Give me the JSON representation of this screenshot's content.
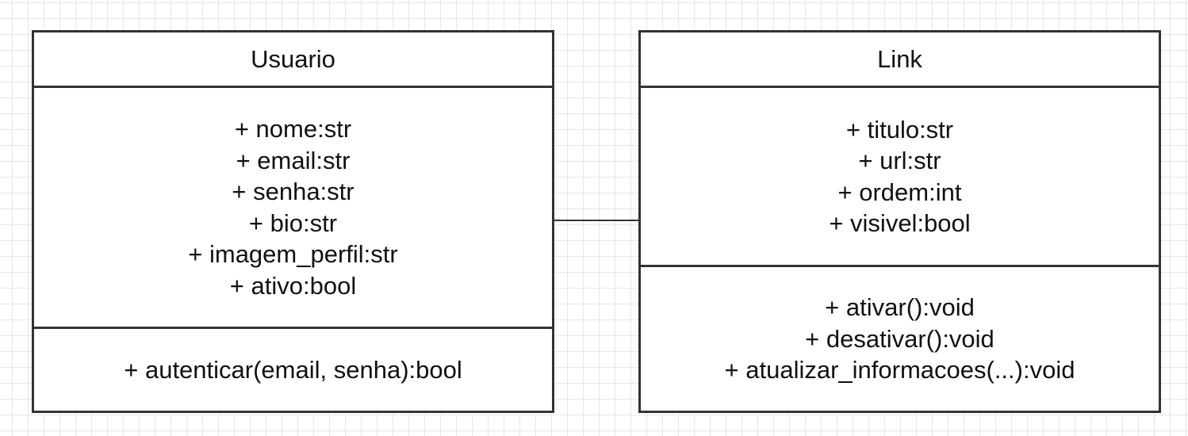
{
  "classes": [
    {
      "id": "usuario",
      "name": "Usuario",
      "attributes": [
        "+ nome:str",
        "+ email:str",
        "+ senha:str",
        "+ bio:str",
        "+ imagem_perfil:str",
        "+ ativo:bool"
      ],
      "methods": [
        "+ autenticar(email, senha):bool"
      ]
    },
    {
      "id": "link",
      "name": "Link",
      "attributes": [
        "+ titulo:str",
        "+ url:str",
        "+ ordem:int",
        "+ visivel:bool"
      ],
      "methods": [
        "+ ativar():void",
        "+ desativar():void",
        "+ atualizar_informacoes(...):void"
      ]
    }
  ],
  "associations": [
    {
      "from": "usuario",
      "to": "link"
    }
  ],
  "colors": {
    "stroke": "#333333",
    "grid": "#e6e6e6",
    "background": "#ffffff"
  }
}
